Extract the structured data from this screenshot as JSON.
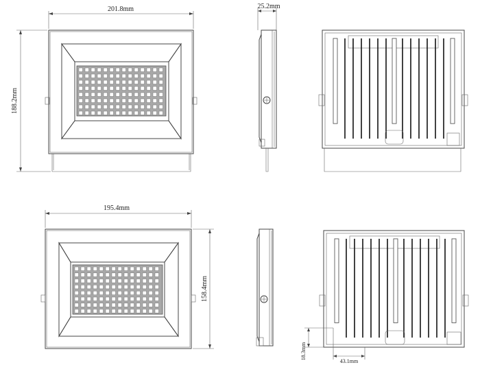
{
  "dimensions": {
    "top_width": "201.8mm",
    "top_height": "188.2mm",
    "top_depth": "25.2mm",
    "bottom_width": "195.4mm",
    "bottom_height": "158.4mm",
    "bottom_offset_y": "18.3mm",
    "bottom_offset_x": "43.1mm"
  },
  "colors": {
    "line": "#444444",
    "led_panel": "#a8a8a8",
    "fin": "#111111"
  }
}
